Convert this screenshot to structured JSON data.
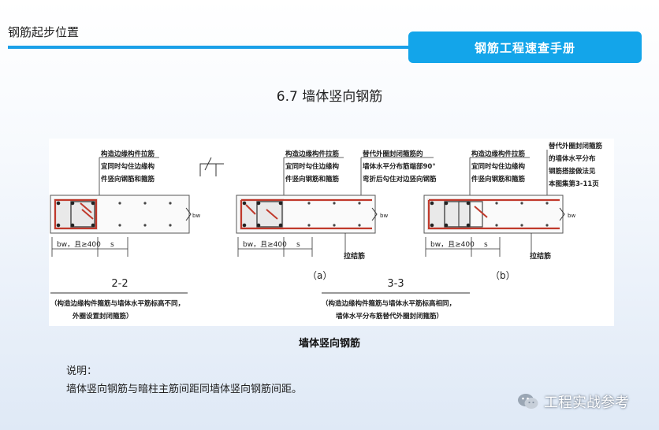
{
  "header": {
    "title": "钢筋起步位置",
    "badge": "钢筋工程速查手册",
    "accent_color": "#13a5ea"
  },
  "section_title": "6.7 墙体竖向钢筋",
  "figure": {
    "left_note_lines": [
      "构造边缘构件拉筋",
      "宜同时勾住边缘构",
      "件竖向钢筋和箍筋"
    ],
    "mid_note_lines": [
      "构造边缘构件拉筋",
      "宜同时勾住边缘构",
      "件竖向钢筋和箍筋"
    ],
    "mid_note2_lines": [
      "替代外圈封闭箍筋的",
      "墙体水平分布筋端部90°",
      "弯折后勾住对边竖向钢筋"
    ],
    "right_note_lines": [
      "构造边缘构件拉筋",
      "宜同时勾住边缘构",
      "件竖向钢筋和箍筋"
    ],
    "right_note2_lines": [
      "替代外圈封闭箍筋",
      "的墙体水平分布",
      "钢筋搭接做法见",
      "本图集第3-11页"
    ],
    "dim_bw": "bw，且≥400",
    "dim_s": "s",
    "dim_bw_side": "bw",
    "tie_label": "拉结筋",
    "label_a": "（a）",
    "label_b": "（b）",
    "section_22": "2-2",
    "section_33": "3-3",
    "note_22_lines": [
      "（构造边缘构件箍筋与墙体水平筋标高不同，",
      "外圈设置封闭箍筋）"
    ],
    "note_33_lines": [
      "（构造边缘构件箍筋与墙体水平筋标高相同，",
      "墙体水平分布筋替代外圈封闭箍筋）"
    ]
  },
  "caption": "墙体竖向钢筋",
  "note_title": "说明：",
  "note_text": "墙体竖向钢筋与暗柱主筋间距同墙体竖向钢筋间距。",
  "watermark": {
    "text": "工程实战参考",
    "icon": "wechat-icon"
  }
}
